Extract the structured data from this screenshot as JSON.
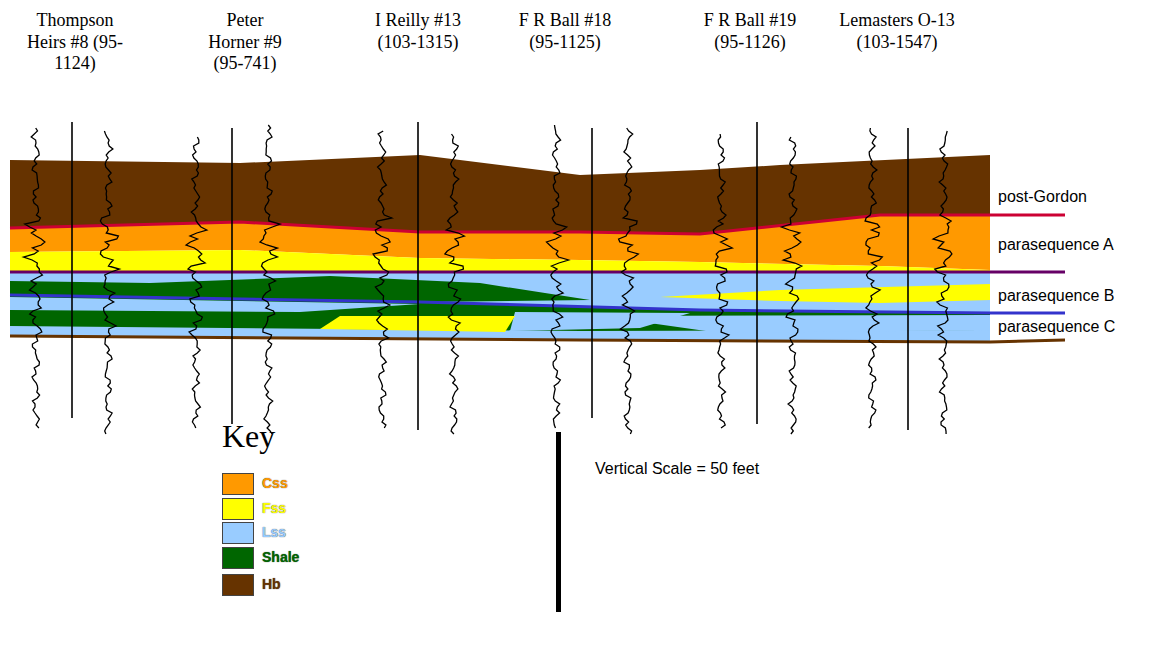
{
  "diagram": {
    "labels": [
      "Thompson Heirs #8 (95-1124)",
      "Peter Horner #9 (95-741)",
      "I Reilly #13 (103-1315)",
      "F R Ball #18 (95-1125)",
      "F R Ball #19 (95-1126)",
      "Lemasters O-13 (103-1547)",
      "post-Gordon",
      "parasequence A",
      "parasequence B",
      "parasequence C",
      "Key",
      "Vertical Scale = 50 feet"
    ],
    "legend": [
      {
        "text": "Css",
        "color": "#ff9900"
      },
      {
        "text": "Fss",
        "color": "#ffff00"
      },
      {
        "text": "Lss",
        "color": "#99ccff"
      },
      {
        "text": "Shale",
        "color": "#006600"
      },
      {
        "text": "Hb",
        "color": "#663300"
      }
    ]
  }
}
